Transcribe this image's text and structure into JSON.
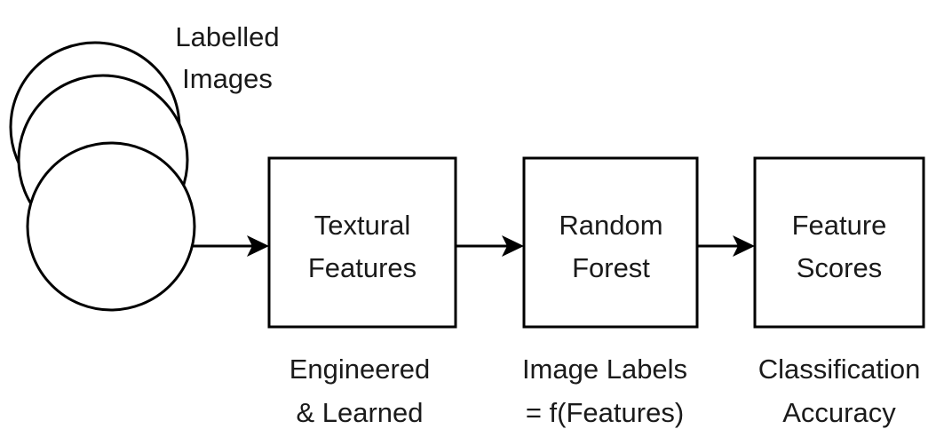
{
  "diagram": {
    "input": {
      "label_line1": "Labelled",
      "label_line2": "Images"
    },
    "nodes": [
      {
        "title_line1": "Textural",
        "title_line2": "Features",
        "caption_line1": "Engineered",
        "caption_line2": "& Learned"
      },
      {
        "title_line1": "Random",
        "title_line2": "Forest",
        "caption_line1": "Image Labels",
        "caption_line2": "= f(Features)"
      },
      {
        "title_line1": "Feature",
        "title_line2": "Scores",
        "caption_line1": "Classification",
        "caption_line2": "Accuracy"
      }
    ],
    "colors": {
      "stroke": "#000000",
      "text": "#1a1a1a",
      "background": "#ffffff"
    }
  }
}
